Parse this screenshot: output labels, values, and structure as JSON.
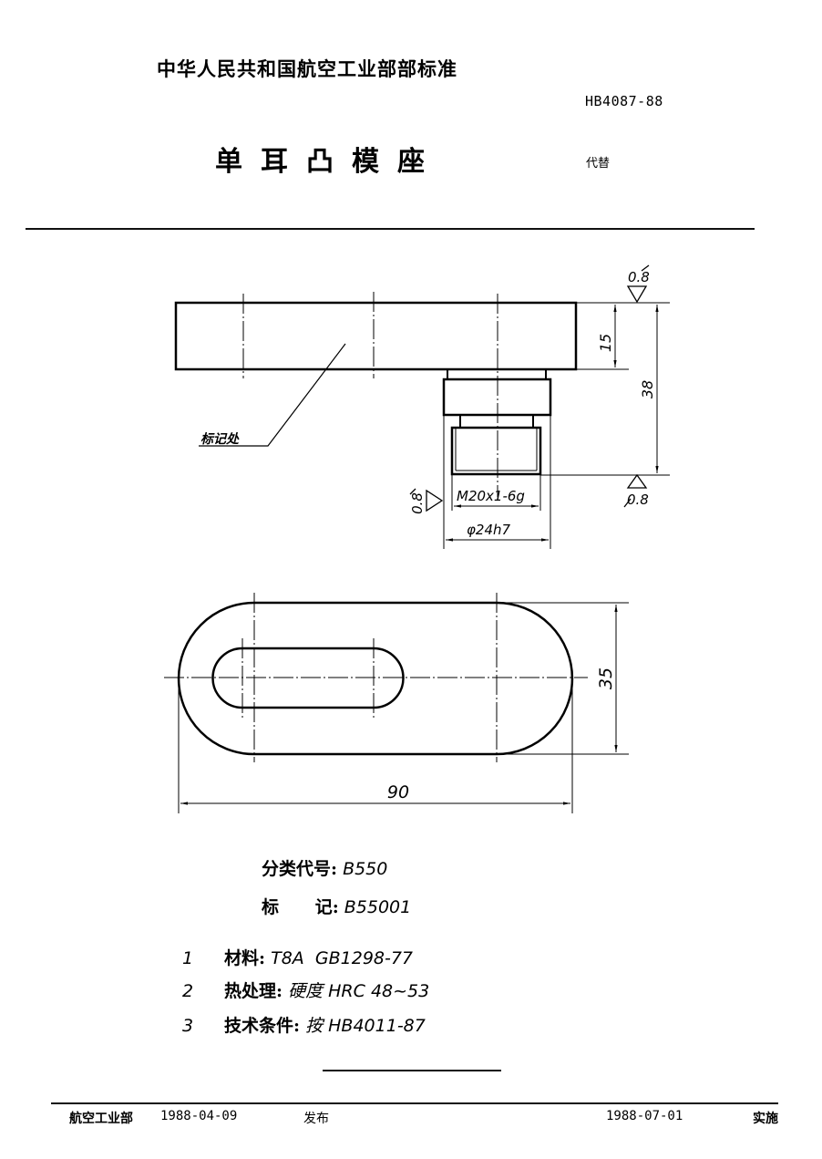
{
  "header": {
    "organization": "中华人民共和国航空工业部部标准",
    "standard_number": "HB4087-88",
    "title": "单耳凸模座",
    "replaces_label": "代替"
  },
  "drawing": {
    "front_view": {
      "marking_label": "标记处",
      "dim_height_upper": "15",
      "dim_height_total": "38",
      "roughness_top": "0.8",
      "roughness_bottom": "0.8",
      "roughness_side": "0.8",
      "thread_spec": "M20x1-6g",
      "collar_diameter": "φ24h7"
    },
    "plan_view": {
      "dim_width": "35",
      "dim_length": "90"
    }
  },
  "info": {
    "classification_label": "分类代号:",
    "classification_value": "B550",
    "marking_label": "标      记:",
    "marking_value": "B55001"
  },
  "notes": [
    {
      "num": "1",
      "label": "材料:",
      "value": "T8A  GB1298-77"
    },
    {
      "num": "2",
      "label": "热处理:",
      "value": "硬度 HRC 48~53"
    },
    {
      "num": "3",
      "label": "技术条件:",
      "value": "按 HB4011-87"
    }
  ],
  "footer": {
    "issuer": "航空工业部",
    "publish_date": "1988-04-09",
    "publish_label": "发布",
    "effective_date": "1988-07-01",
    "effective_label": "实施"
  }
}
